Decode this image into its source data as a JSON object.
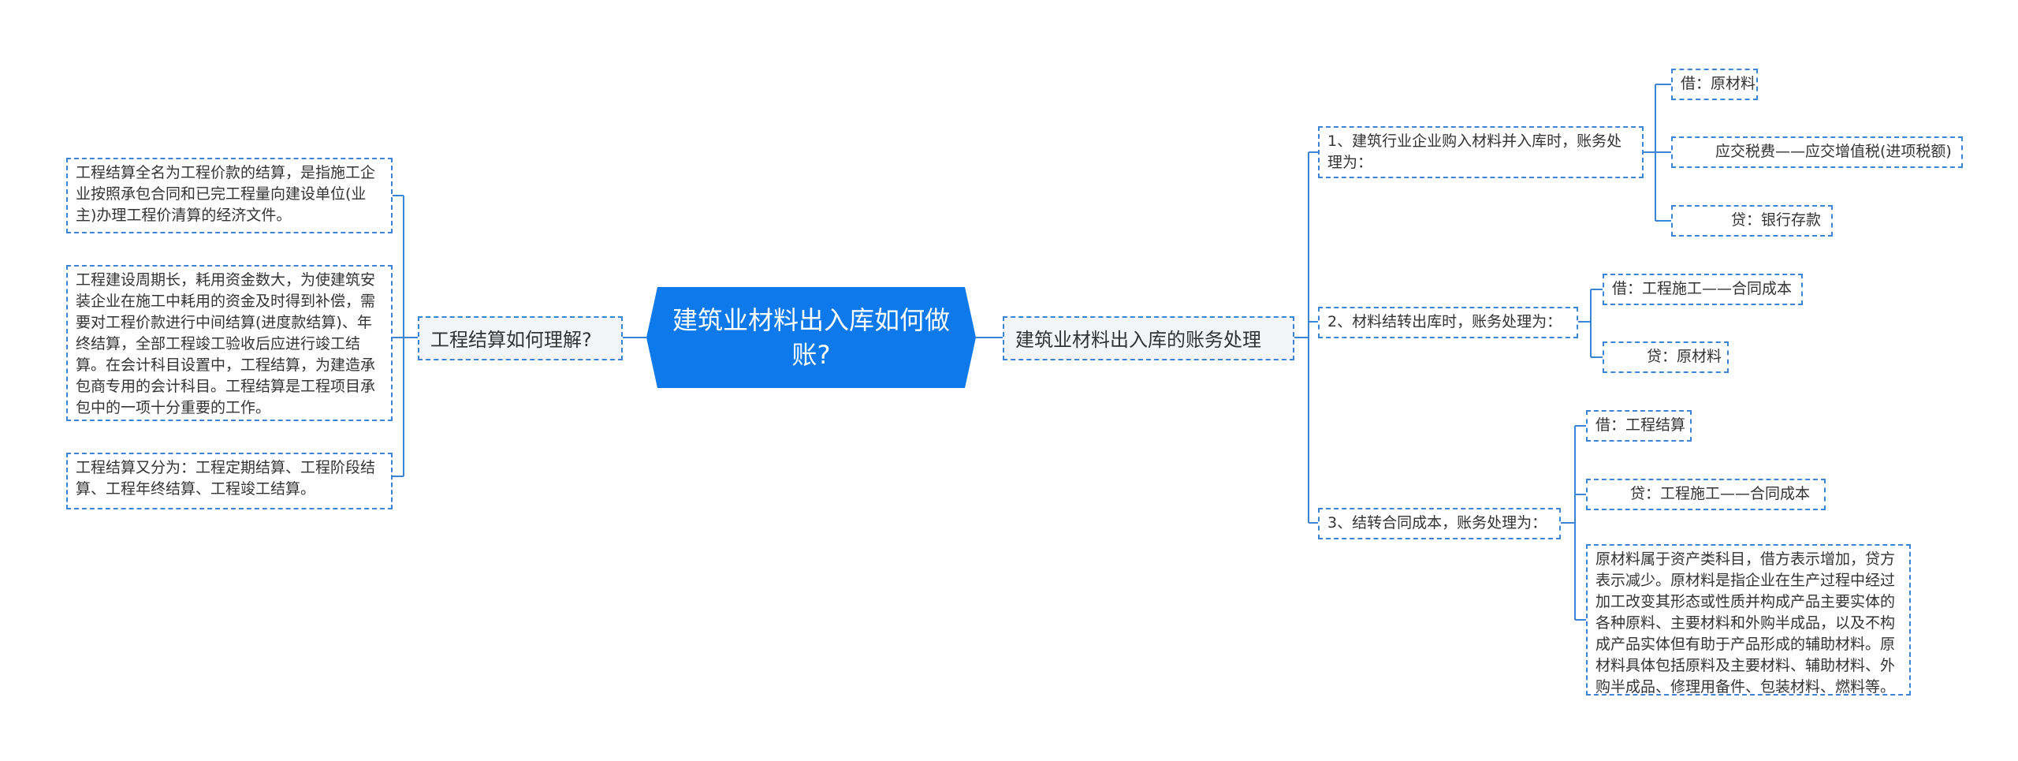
{
  "root": {
    "title": "建筑业材料出入库如何做账?"
  },
  "left_branch": {
    "label": "工程结算如何理解?",
    "leaves": [
      "工程结算全名为工程价款的结算，是指施工企业按照承包合同和已完工程量向建设单位(业主)办理工程价清算的经济文件。",
      "工程建设周期长，耗用资金数大，为使建筑安装企业在施工中耗用的资金及时得到补偿，需要对工程价款进行中间结算(进度款结算)、年终结算，全部工程竣工验收后应进行竣工结算。在会计科目设置中，工程结算，为建造承包商专用的会计科目。工程结算是工程项目承包中的一项十分重要的工作。",
      "工程结算又分为：工程定期结算、工程阶段结算、工程年终结算、工程竣工结算。"
    ]
  },
  "right_branch": {
    "label": "建筑业材料出入库的账务处理",
    "steps": [
      {
        "label": "1、建筑行业企业购入材料并入库时，账务处理为：",
        "entries": [
          "借：原材料",
          "应交税费——应交增值税(进项税额)",
          "贷：银行存款"
        ]
      },
      {
        "label": "2、材料结转出库时，账务处理为：",
        "entries": [
          "借：工程施工——合同成本",
          "贷：原材料"
        ]
      },
      {
        "label": "3、结转合同成本，账务处理为：",
        "entries": [
          "借：工程结算",
          "贷：工程施工——合同成本"
        ],
        "note": "原材料属于资产类科目，借方表示增加，贷方表示减少。原材料是指企业在生产过程中经过加工改变其形态或性质并构成产品主要实体的各种原料、主要材料和外购半成品，以及不构成产品实体但有助于产品形成的辅助材料。原材料具体包括原料及主要材料、辅助材料、外购半成品、修理用备件、包装材料、燃料等。"
      }
    ]
  },
  "colors": {
    "accent": "#0d79ea",
    "line": "#3a85d6"
  }
}
